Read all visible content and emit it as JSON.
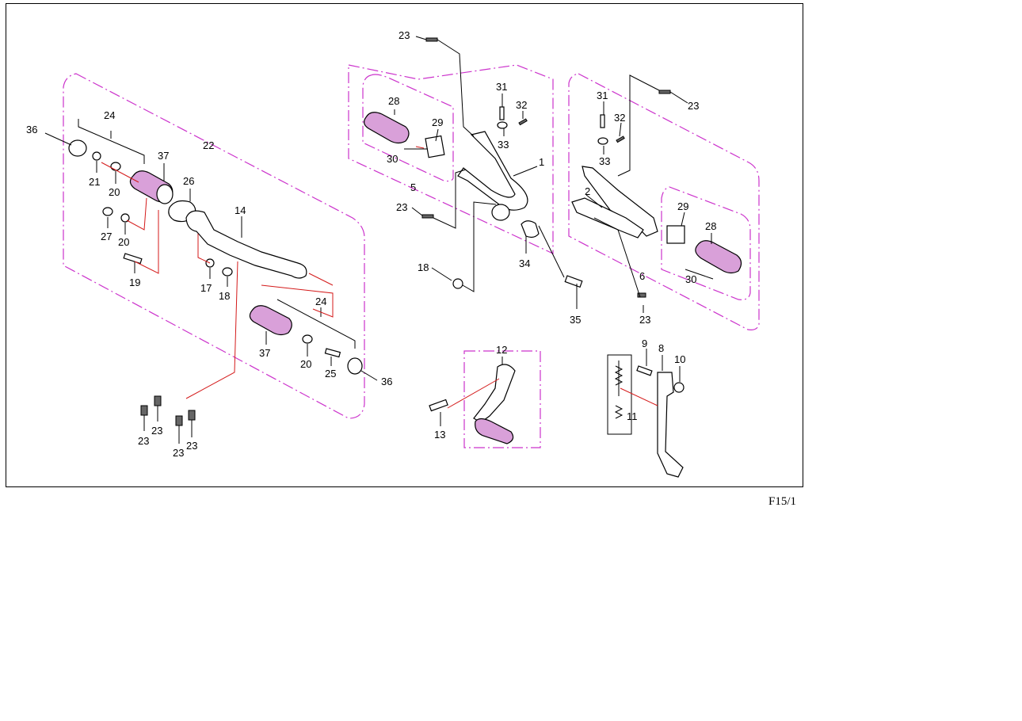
{
  "diagram": {
    "reference": "F15/1",
    "callouts": [
      {
        "id": "c1",
        "label": "36"
      },
      {
        "id": "c2",
        "label": "24"
      },
      {
        "id": "c3",
        "label": "22"
      },
      {
        "id": "c4",
        "label": "37"
      },
      {
        "id": "c5",
        "label": "21"
      },
      {
        "id": "c6",
        "label": "20"
      },
      {
        "id": "c7",
        "label": "26"
      },
      {
        "id": "c8",
        "label": "27"
      },
      {
        "id": "c9",
        "label": "20"
      },
      {
        "id": "c10",
        "label": "14"
      },
      {
        "id": "c11",
        "label": "19"
      },
      {
        "id": "c12",
        "label": "17"
      },
      {
        "id": "c13",
        "label": "18"
      },
      {
        "id": "c14",
        "label": "24"
      },
      {
        "id": "c15",
        "label": "37"
      },
      {
        "id": "c16",
        "label": "20"
      },
      {
        "id": "c17",
        "label": "25"
      },
      {
        "id": "c18",
        "label": "36"
      },
      {
        "id": "c19",
        "label": "23"
      },
      {
        "id": "c20",
        "label": "23"
      },
      {
        "id": "c21",
        "label": "23"
      },
      {
        "id": "c22",
        "label": "23"
      },
      {
        "id": "c23",
        "label": "23"
      },
      {
        "id": "c24",
        "label": "28"
      },
      {
        "id": "c25",
        "label": "29"
      },
      {
        "id": "c26",
        "label": "30"
      },
      {
        "id": "c27",
        "label": "31"
      },
      {
        "id": "c28",
        "label": "32"
      },
      {
        "id": "c29",
        "label": "33"
      },
      {
        "id": "c30",
        "label": "1"
      },
      {
        "id": "c31",
        "label": "5"
      },
      {
        "id": "c32",
        "label": "23"
      },
      {
        "id": "c33",
        "label": "18"
      },
      {
        "id": "c34",
        "label": "34"
      },
      {
        "id": "c35",
        "label": "35"
      },
      {
        "id": "c36",
        "label": "23"
      },
      {
        "id": "c37",
        "label": "31"
      },
      {
        "id": "c38",
        "label": "32"
      },
      {
        "id": "c39",
        "label": "33"
      },
      {
        "id": "c40",
        "label": "2"
      },
      {
        "id": "c41",
        "label": "29"
      },
      {
        "id": "c42",
        "label": "28"
      },
      {
        "id": "c43",
        "label": "6"
      },
      {
        "id": "c44",
        "label": "30"
      },
      {
        "id": "c45",
        "label": "23"
      },
      {
        "id": "c46",
        "label": "12"
      },
      {
        "id": "c47",
        "label": "13"
      },
      {
        "id": "c48",
        "label": "9"
      },
      {
        "id": "c49",
        "label": "8"
      },
      {
        "id": "c50",
        "label": "10"
      },
      {
        "id": "c51",
        "label": "11"
      }
    ]
  }
}
